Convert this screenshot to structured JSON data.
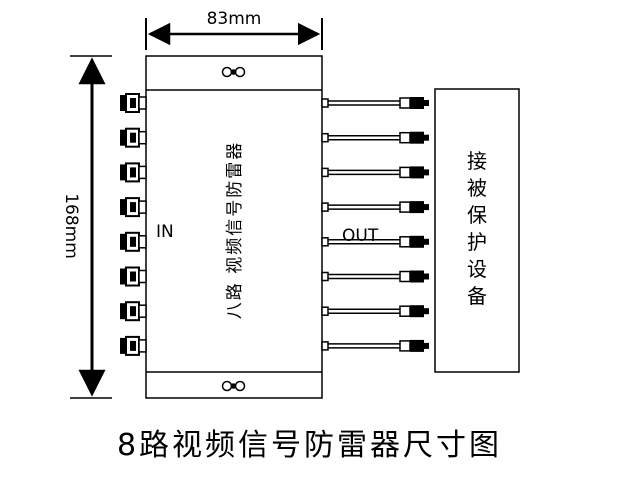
{
  "dimensions": {
    "width_label": "83mm",
    "height_label": "168mm"
  },
  "device": {
    "name_lines": [
      "八路 视频信号防雷器"
    ],
    "in_label": "IN",
    "out_label": "OUT",
    "channel_count": 8
  },
  "protected_equipment": {
    "chars": [
      "接",
      "被",
      "保",
      "护",
      "设",
      "备"
    ]
  },
  "caption": "8路视频信号防雷器尺寸图"
}
